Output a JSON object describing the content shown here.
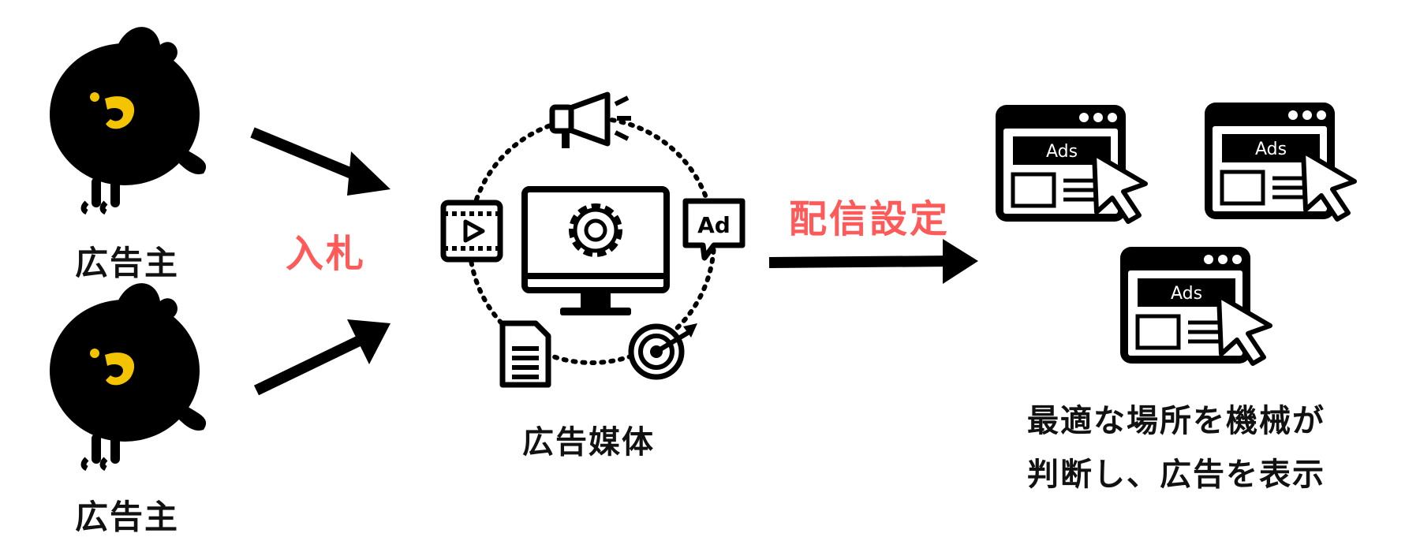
{
  "advertiser_top": {
    "label": "広告主"
  },
  "advertiser_bottom": {
    "label": "広告主"
  },
  "bid_label": "入札",
  "media": {
    "label": "広告媒体",
    "ad_badge": "Ad"
  },
  "delivery_label": "配信設定",
  "ads_windows": [
    {
      "badge": "Ads"
    },
    {
      "badge": "Ads"
    },
    {
      "badge": "Ads"
    }
  ],
  "result_lines": [
    "最適な場所を機械が",
    "判断し、広告を表示"
  ],
  "colors": {
    "accent_red": "#ff5a5a",
    "beak_yellow": "#f5c400",
    "ink": "#111111"
  },
  "icons": [
    "bird-icon",
    "arrow-icon",
    "megaphone-icon",
    "video-icon",
    "monitor-gear-icon",
    "ad-speech-icon",
    "document-icon",
    "target-icon",
    "browser-window-icon",
    "cursor-icon"
  ]
}
